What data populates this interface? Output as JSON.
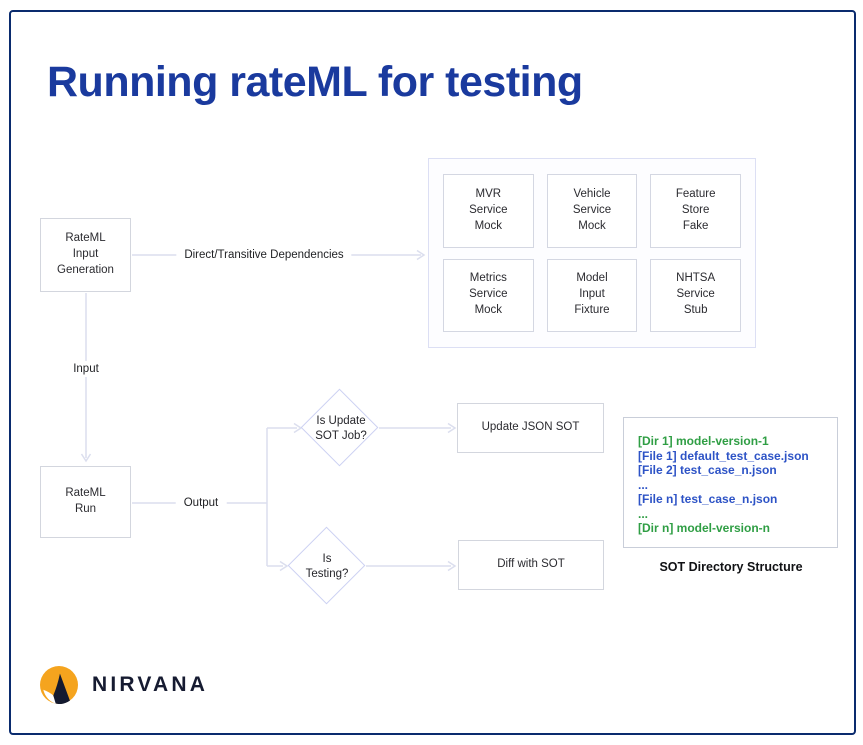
{
  "title": "Running rateML for testing",
  "nodes": {
    "input_generation": "RateML\nInput\nGeneration",
    "rateml_run": "RateML\nRun",
    "update_json_sot": "Update JSON SOT",
    "diff_with_sot": "Diff with SOT"
  },
  "decisions": {
    "update_sot_job": "Is Update\nSOT Job?",
    "is_testing": "Is\nTesting?"
  },
  "edges": {
    "dependencies": "Direct/Transitive Dependencies",
    "input": "Input",
    "output": "Output"
  },
  "dependencies": {
    "items": [
      "MVR\nService\nMock",
      "Vehicle\nService\nMock",
      "Feature\nStore\nFake",
      "Metrics\nService\nMock",
      "Model\nInput\nFixture",
      "NHTSA\nService\nStub"
    ]
  },
  "sot_directory": {
    "caption": "SOT Directory Structure",
    "lines": [
      {
        "text": "[Dir 1] model-version-1",
        "kind": "dir"
      },
      {
        "text": "[File 1] default_test_case.json",
        "kind": "file"
      },
      {
        "text": "[File 2] test_case_n.json",
        "kind": "file"
      },
      {
        "text": "...",
        "kind": "file"
      },
      {
        "text": "[File n] test_case_n.json",
        "kind": "file"
      },
      {
        "text": "...",
        "kind": "dir"
      },
      {
        "text": "[Dir n] model-version-n",
        "kind": "dir"
      }
    ]
  },
  "logo": {
    "text": "NIRVANA",
    "icon": "nirvana-mountain-icon"
  },
  "colors": {
    "title_blue": "#1a3a9e",
    "frame_navy": "#0a2b6e",
    "connector": "#dbdeee",
    "diamond_border": "#ccd1f2",
    "dir_green": "#2f9e44",
    "file_blue": "#2d53c6",
    "logo_orange": "#F5A41E",
    "logo_navy": "#161b31"
  }
}
